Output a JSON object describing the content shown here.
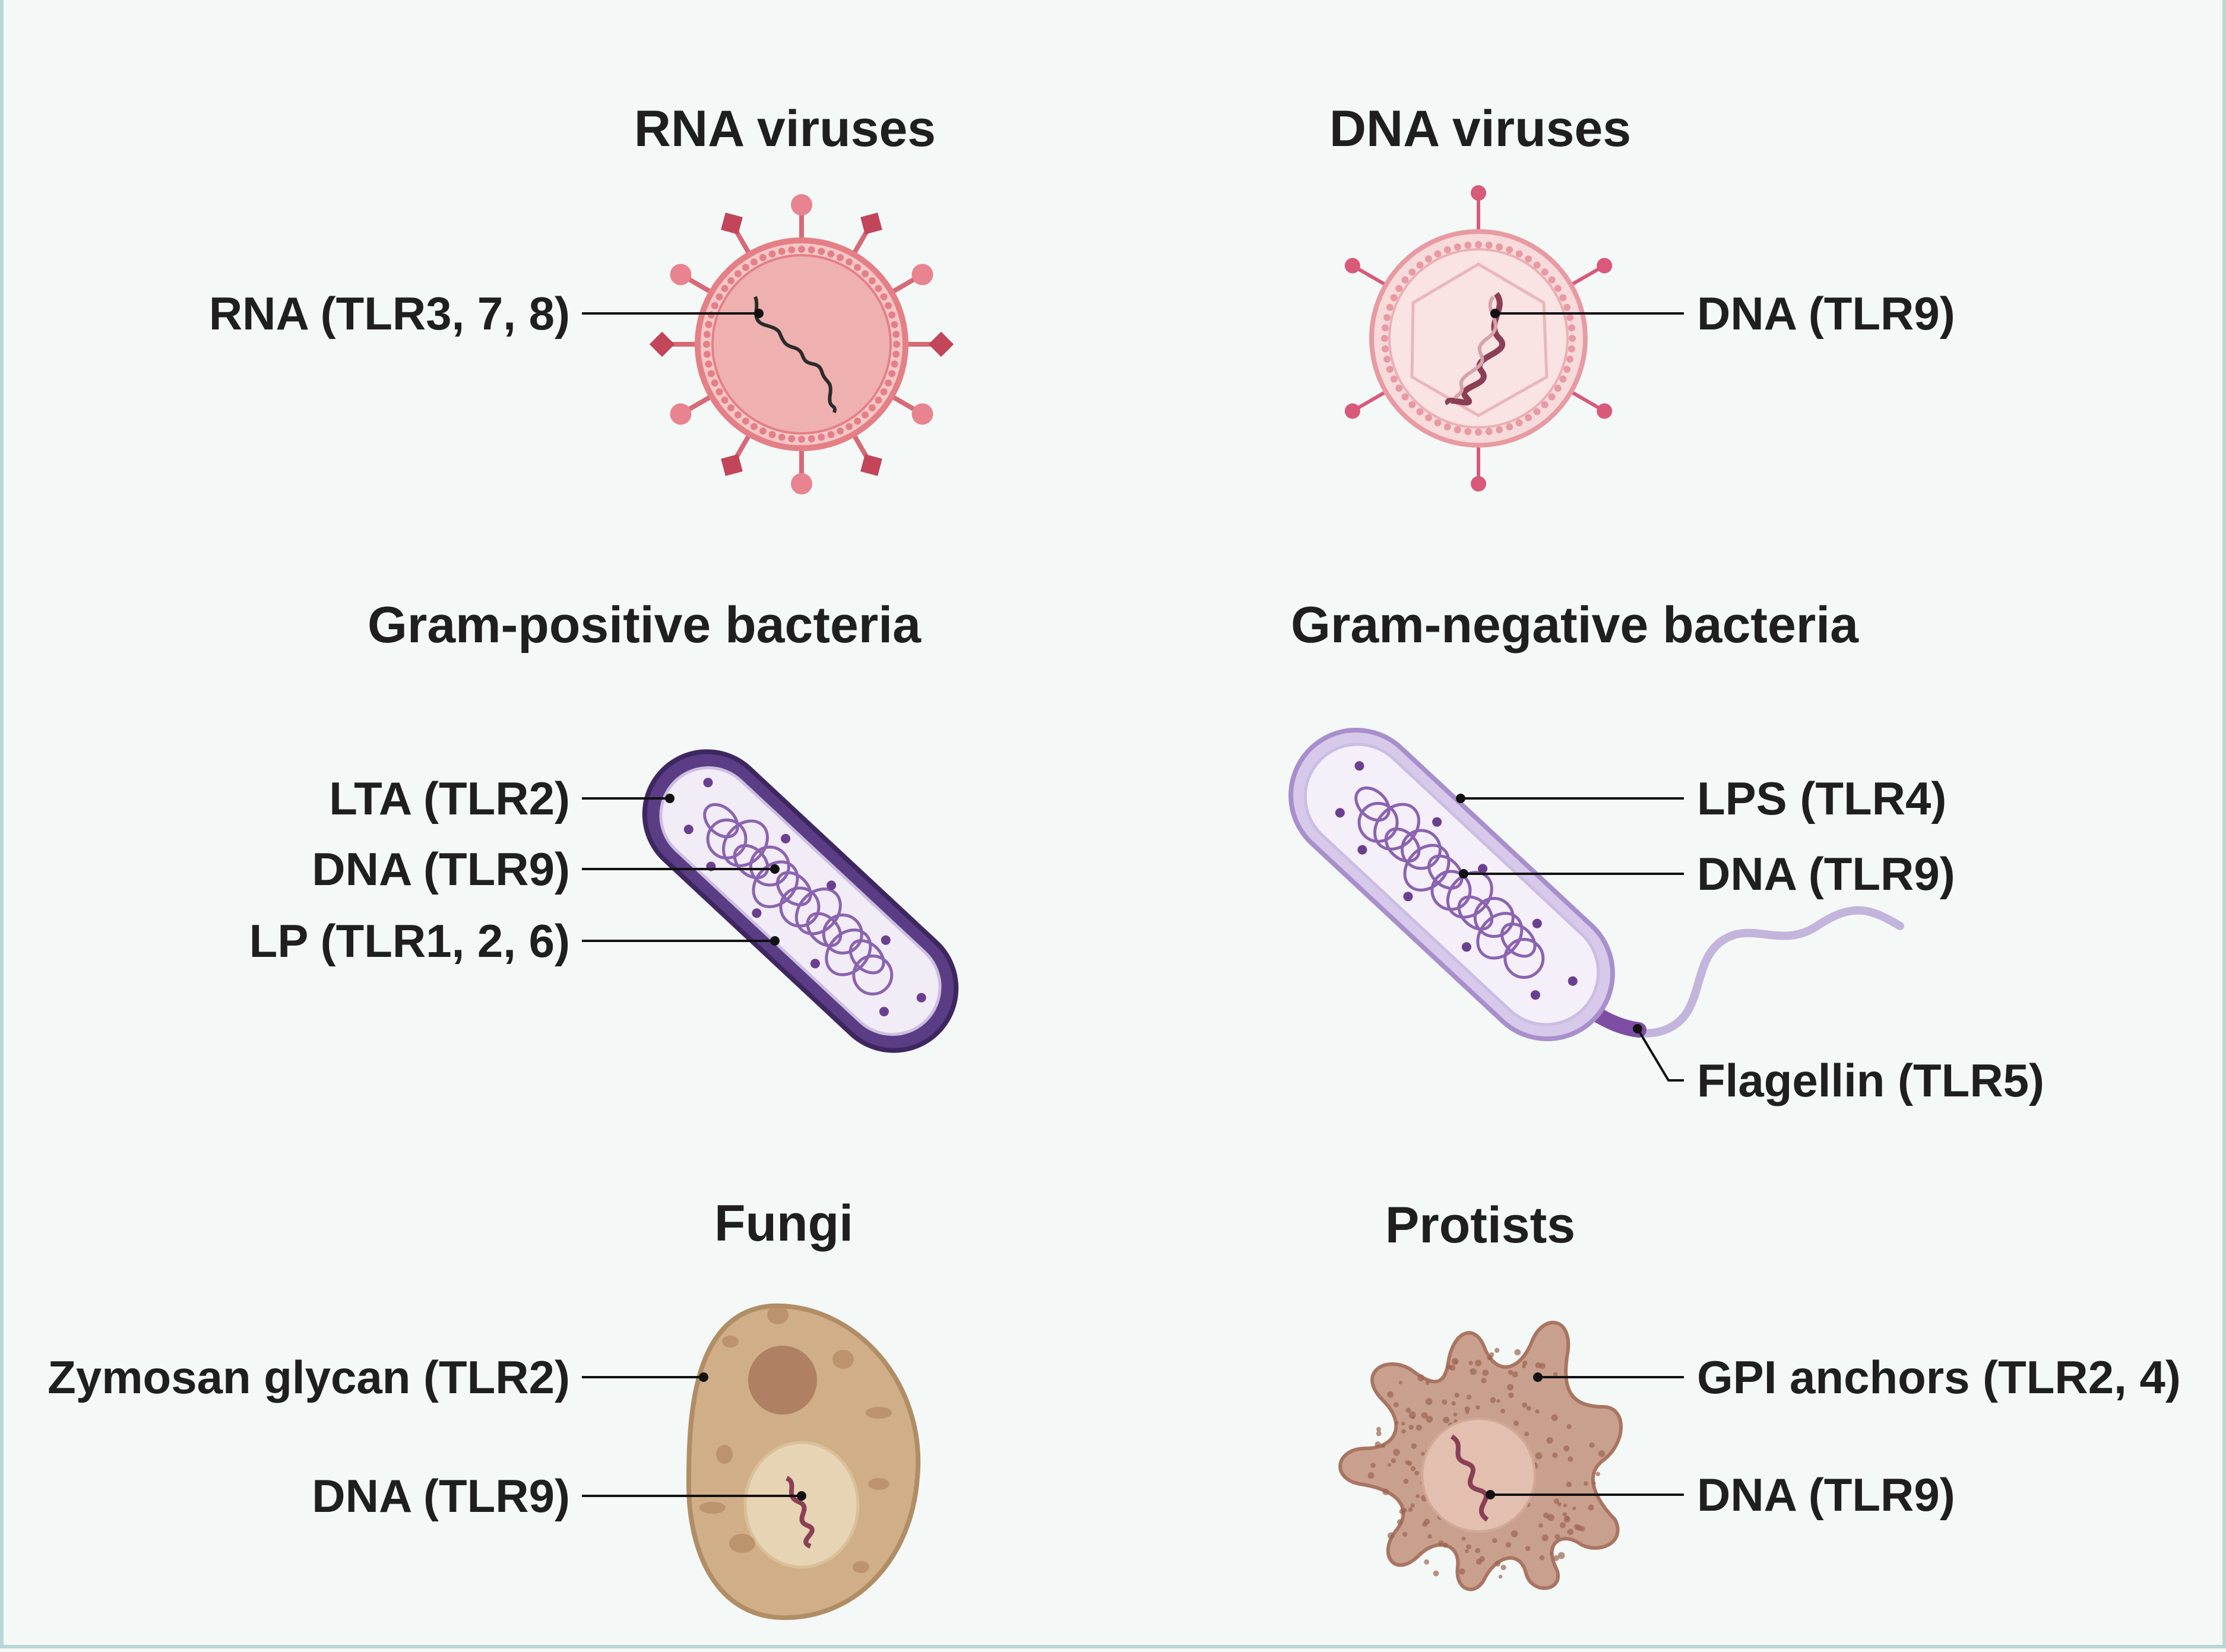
{
  "panels": {
    "rna_viruses": {
      "title": "RNA viruses",
      "labels": [
        "RNA (TLR3, 7, 8)"
      ]
    },
    "dna_viruses": {
      "title": "DNA viruses",
      "labels": [
        "DNA (TLR9)"
      ]
    },
    "gram_positive": {
      "title": "Gram-positive bacteria",
      "labels": [
        "LTA (TLR2)",
        "DNA (TLR9)",
        "LP (TLR1, 2, 6)"
      ]
    },
    "gram_negative": {
      "title": "Gram-negative bacteria",
      "labels": [
        "LPS (TLR4)",
        "DNA (TLR9)",
        "Flagellin (TLR5)"
      ]
    },
    "fungi": {
      "title": "Fungi",
      "labels": [
        "Zymosan glycan  (TLR2)",
        "DNA (TLR9)"
      ]
    },
    "protists": {
      "title": "Protists",
      "labels": [
        "GPI anchors (TLR2, 4)",
        "DNA (TLR9)"
      ]
    }
  },
  "colors": {
    "background": "#f4f8f7",
    "border": "#b9d7d2",
    "virus_rna": "#f2b2b2",
    "virus_dna": "#f7d7d7",
    "bacteria_pos": "#5a3d84",
    "bacteria_neg": "#b9a6d6",
    "fungi": "#cfae88",
    "protist": "#caa08e"
  }
}
